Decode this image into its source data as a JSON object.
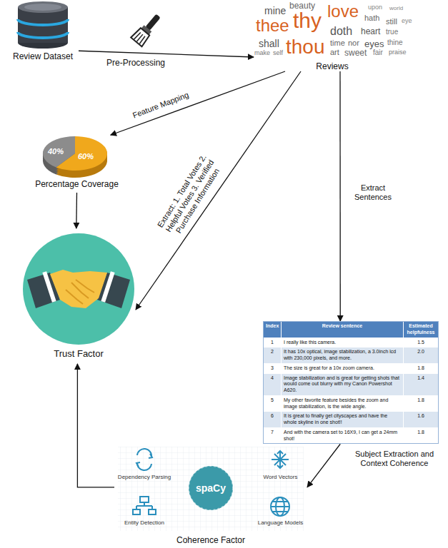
{
  "diagram": {
    "nodes": [
      {
        "text": [
          "Review Dataset"
        ]
      },
      {
        "text": [
          "Reviews"
        ]
      },
      {
        "text": [
          "Percentage Coverage"
        ]
      },
      {
        "text": [
          "Trust Factor"
        ]
      },
      {
        "text": [
          "Index",
          "Review sentence",
          "Estimated helpfulness",
          "1",
          "I really like this camera.",
          "1.5",
          "2",
          "It has 10x optical, image stabilization, a 3.0inch lcd with 230,000 pixels, and more.",
          "2.0",
          "3",
          "The size is great for a 10x zoom camera.",
          "1.8",
          "4",
          "Image stabilization and is great for getting shots that would come out blurry with my Canon Powershot A620.",
          "1.4",
          "5",
          "My other favorite feature besides the zoom and image stabilization, is the wide angle.",
          "1.8",
          "6",
          "It is great to finally get cityscapes and have the whole skyline in one shot!!",
          "1.6",
          "7",
          "And with the camera set to 16X9, I can get a 24mm shot!",
          "1.8"
        ]
      },
      {
        "text": [
          "spaCy",
          "Dependency Parsing",
          "Word Vectors",
          "Entity Detection",
          "Language Models",
          "Coherence Factor"
        ]
      }
    ],
    "edges": [
      {
        "from": 0,
        "to": 1,
        "arrow": "to",
        "label": "Pre-Processing"
      },
      {
        "from": 1,
        "to": 2,
        "arrow": "to",
        "label": "Feature Mapping"
      },
      {
        "from": 2,
        "to": 3,
        "arrow": "to"
      },
      {
        "from": 1,
        "to": 3,
        "arrow": "to",
        "label": "Extract: 1. Total Votes 2. Helpful Votes 3. Verified Purchase Information"
      },
      {
        "from": 1,
        "to": 4,
        "arrow": "to",
        "label": "Extract Sentences"
      },
      {
        "from": 4,
        "to": 5,
        "arrow": "to",
        "label": "Subject Extraction and Context Coherence"
      },
      {
        "from": 5,
        "to": 3,
        "arrow": "to"
      }
    ],
    "labels": [
      "thy",
      "thou",
      "thee",
      "love",
      "doth",
      "beauty",
      "shall",
      "mine",
      "make",
      "self",
      "time",
      "heart",
      "eyes",
      "hath",
      "art",
      "sweet",
      "nor",
      "fair",
      "true",
      "thine",
      "praise",
      "still",
      "upon",
      "world",
      "eye",
      "60%",
      "40%"
    ]
  }
}
